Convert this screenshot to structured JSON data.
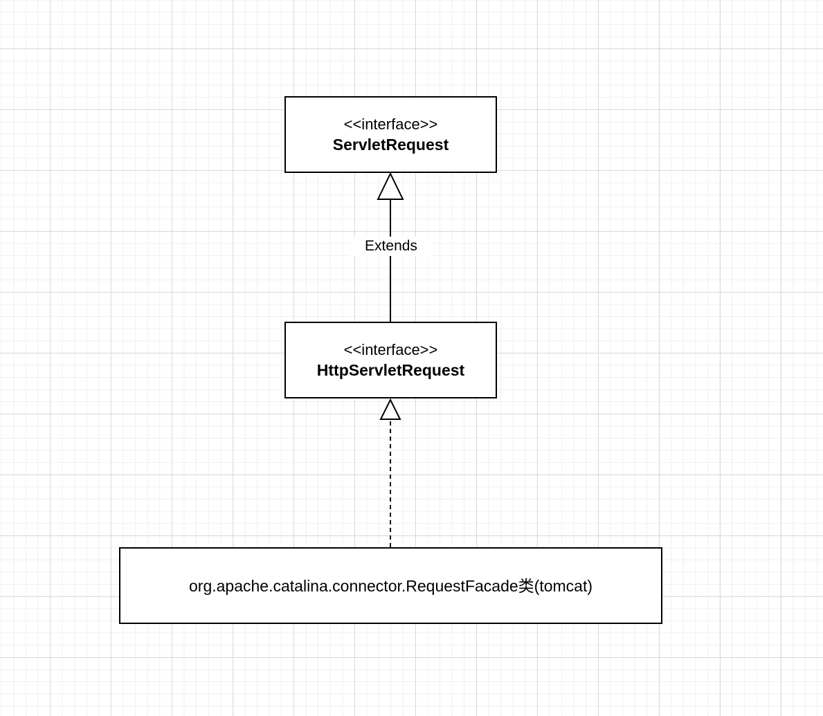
{
  "diagram": {
    "nodes": {
      "servlet_request": {
        "stereotype": "<<interface>>",
        "name": "ServletRequest"
      },
      "http_servlet_request": {
        "stereotype": "<<interface>>",
        "name": "HttpServletRequest"
      },
      "request_facade": {
        "name": "org.apache.catalina.connector.RequestFacade类(tomcat)"
      }
    },
    "edges": {
      "extends": {
        "from": "HttpServletRequest",
        "to": "ServletRequest",
        "label": "Extends",
        "style": "solid",
        "arrow": "hollow-triangle"
      },
      "implements": {
        "from": "org.apache.catalina.connector.RequestFacade类(tomcat)",
        "to": "HttpServletRequest",
        "style": "dashed",
        "arrow": "hollow-triangle"
      }
    },
    "colors": {
      "line": "#000000",
      "box_fill": "#ffffff",
      "grid_major": "#d9d9d9",
      "grid_minor": "#efefef"
    }
  }
}
